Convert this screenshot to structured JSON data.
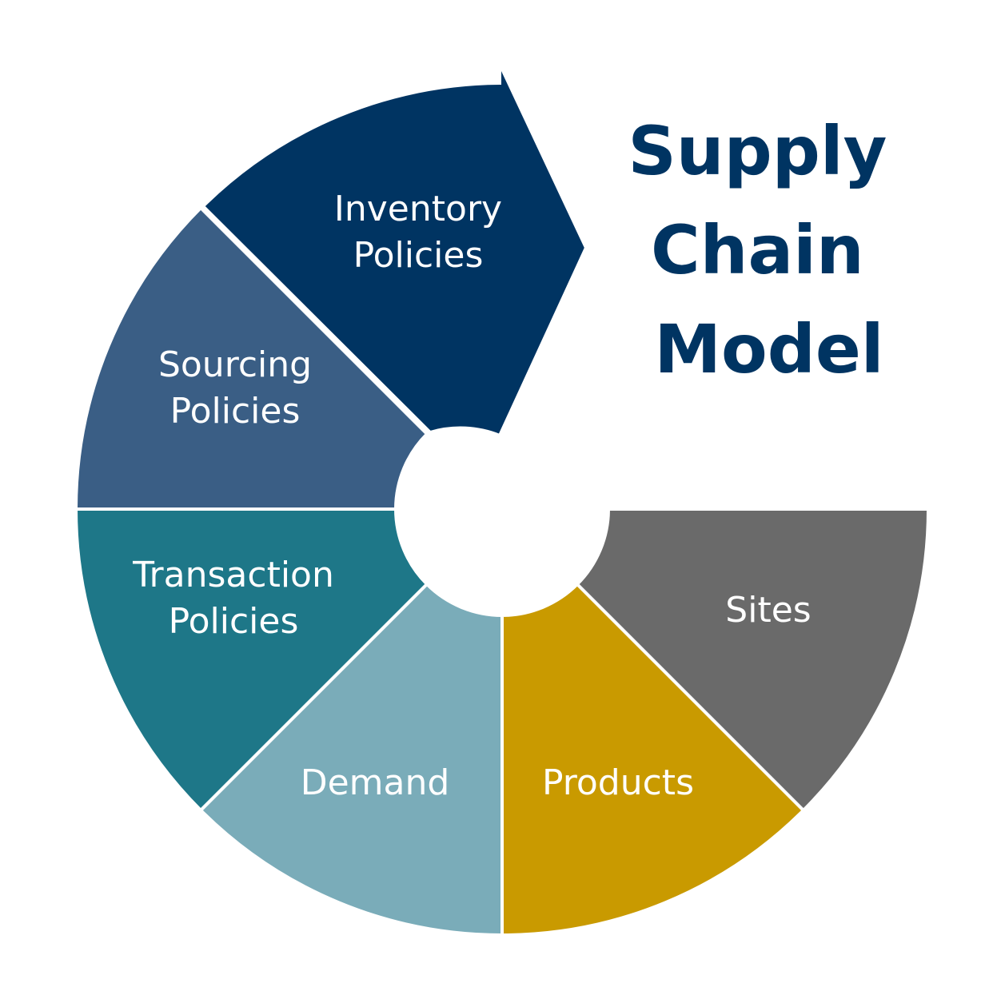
{
  "title": {
    "lines": [
      "Supply",
      "Chain",
      "Model"
    ],
    "color": "#003462"
  },
  "segments": [
    {
      "id": "inventory-policies",
      "lines": [
        "Inventory",
        "Policies"
      ],
      "color": "#003462",
      "shape": "arrow"
    },
    {
      "id": "sourcing-policies",
      "lines": [
        "Sourcing",
        "Policies"
      ],
      "color": "#3a5e85"
    },
    {
      "id": "transaction-policies",
      "lines": [
        "Transaction",
        "Policies"
      ],
      "color": "#1e7788"
    },
    {
      "id": "demand",
      "lines": [
        "Demand"
      ],
      "color": "#7aacb9"
    },
    {
      "id": "products",
      "lines": [
        "Products"
      ],
      "color": "#c99a00"
    },
    {
      "id": "sites",
      "lines": [
        "Sites"
      ],
      "color": "#6a6a6a"
    }
  ]
}
